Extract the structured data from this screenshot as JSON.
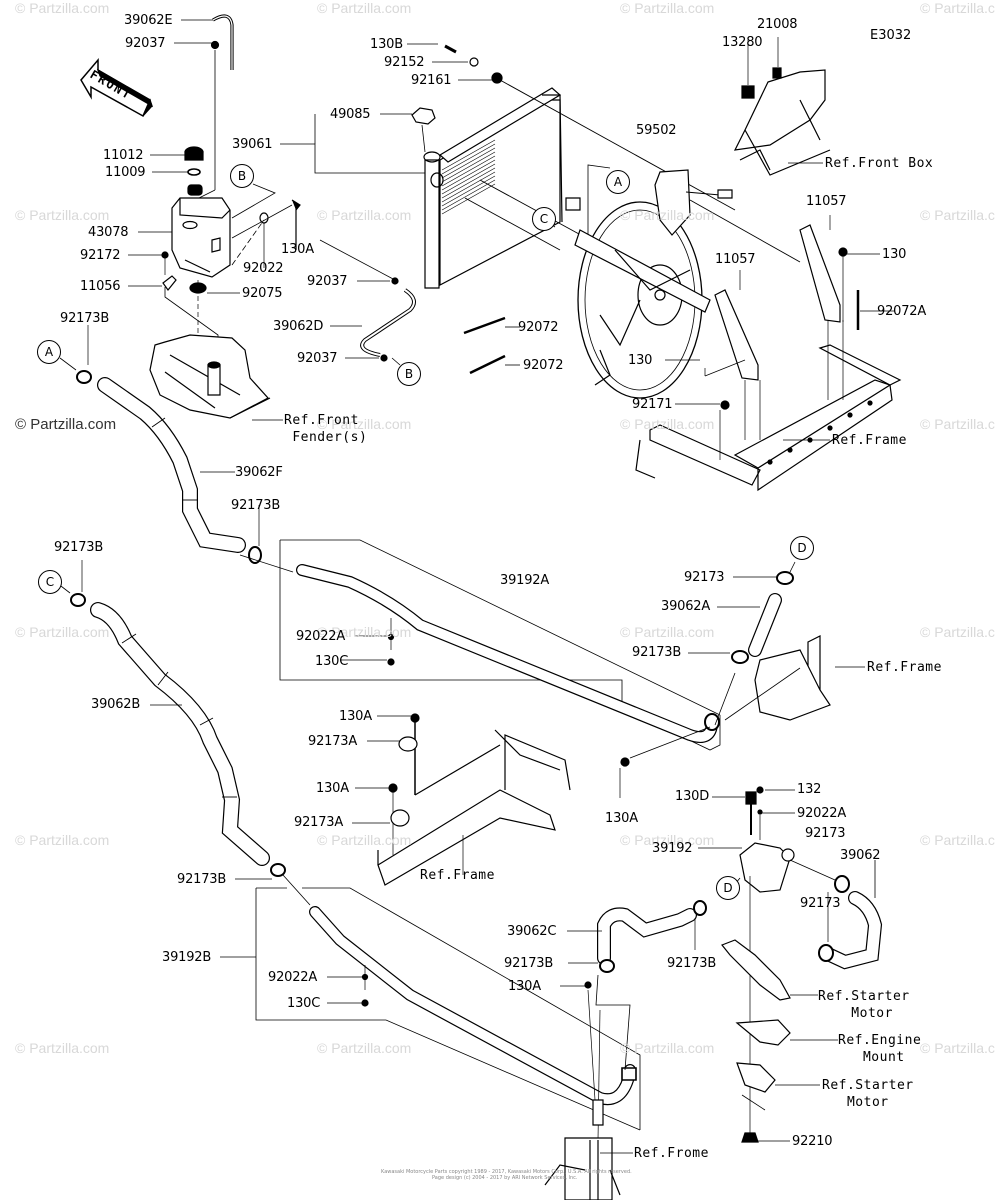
{
  "diagram": {
    "code": "E3032",
    "watermark": "© Partzilla.com",
    "front_arrow_label": "FRONT",
    "copyright_lines": [
      "Kawasaki Motorcycle Parts copyright 1989 - 2017, Kawasaki Motors Corp., U.S.A. All rights reserved.",
      "Page design (c) 2004 - 2017 by ARI Network Services, Inc."
    ],
    "callouts": [
      "A",
      "B",
      "C",
      "D"
    ],
    "parts": [
      {
        "id": "39062E"
      },
      {
        "id": "92037"
      },
      {
        "id": "130B"
      },
      {
        "id": "92152"
      },
      {
        "id": "92161"
      },
      {
        "id": "21008"
      },
      {
        "id": "13280"
      },
      {
        "id": "49085"
      },
      {
        "id": "39061"
      },
      {
        "id": "11012"
      },
      {
        "id": "11009"
      },
      {
        "id": "43078"
      },
      {
        "id": "130A"
      },
      {
        "id": "92022"
      },
      {
        "id": "92172"
      },
      {
        "id": "11056"
      },
      {
        "id": "92075"
      },
      {
        "id": "59502"
      },
      {
        "id": "11057"
      },
      {
        "id": "130"
      },
      {
        "id": "92072A"
      },
      {
        "id": "92072"
      },
      {
        "id": "39062D"
      },
      {
        "id": "92173B"
      },
      {
        "id": "92171"
      },
      {
        "id": "39062F"
      },
      {
        "id": "39192A"
      },
      {
        "id": "92173"
      },
      {
        "id": "39062A"
      },
      {
        "id": "92022A"
      },
      {
        "id": "130C"
      },
      {
        "id": "39062B"
      },
      {
        "id": "92173A"
      },
      {
        "id": "130D"
      },
      {
        "id": "132"
      },
      {
        "id": "39192"
      },
      {
        "id": "39062"
      },
      {
        "id": "39062C"
      },
      {
        "id": "39192B"
      },
      {
        "id": "92210"
      }
    ],
    "labels": {
      "l_39062E": "39062E",
      "l_92037_top": "92037",
      "l_130B": "130B",
      "l_92152": "92152",
      "l_92161": "92161",
      "l_21008": "21008",
      "l_13280": "13280",
      "l_49085": "49085",
      "l_39061": "39061",
      "l_11012": "11012",
      "l_11009": "11009",
      "l_43078": "43078",
      "l_130A_tank": "130A",
      "l_92022": "92022",
      "l_92172": "92172",
      "l_11056": "11056",
      "l_92075": "92075",
      "l_59502": "59502",
      "l_11057_a": "11057",
      "l_11057_b": "11057",
      "l_130_a": "130",
      "l_130_b": "130",
      "l_92072A": "92072A",
      "l_92072_a": "92072",
      "l_92072_b": "92072",
      "l_92037_mid": "92037",
      "l_39062D": "39062D",
      "l_92037_low": "92037",
      "l_92173B_A": "92173B",
      "l_92171": "92171",
      "l_39062F": "39062F",
      "l_92173B_mid": "92173B",
      "l_92173B_C": "92173B",
      "l_39192A": "39192A",
      "l_92173_D": "92173",
      "l_39062A": "39062A",
      "l_92173B_right": "92173B",
      "l_92022A_a": "92022A",
      "l_130C_a": "130C",
      "l_39062B": "39062B",
      "l_130A_a": "130A",
      "l_92173A_a": "92173A",
      "l_130A_b": "130A",
      "l_92173A_b": "92173A",
      "l_130A_c": "130A",
      "l_130D": "130D",
      "l_132": "132",
      "l_92022A_b": "92022A",
      "l_92173_a": "92173",
      "l_39192": "39192",
      "l_39062": "39062",
      "l_92173_b": "92173",
      "l_92173B_low": "92173B",
      "l_39192B": "39192B",
      "l_39062C": "39062C",
      "l_92173B_c": "92173B",
      "l_92173B_d": "92173B",
      "l_92022A_c": "92022A",
      "l_130A_d": "130A",
      "l_130C_b": "130C",
      "l_92210": "92210"
    },
    "references": {
      "front_box": "Ref.Front Box",
      "front_fender": "Ref.Front\n Fender(s)",
      "frame_1": "Ref.Frame",
      "frame_2": "Ref.Frame",
      "frame_3": "Ref.Frame",
      "frame_4": "Ref.Frome",
      "starter_motor_1": "Ref.Starter\n    Motor",
      "engine_mount": "Ref.Engine\n   Mount",
      "starter_motor_2": "Ref.Starter\n   Motor"
    }
  }
}
